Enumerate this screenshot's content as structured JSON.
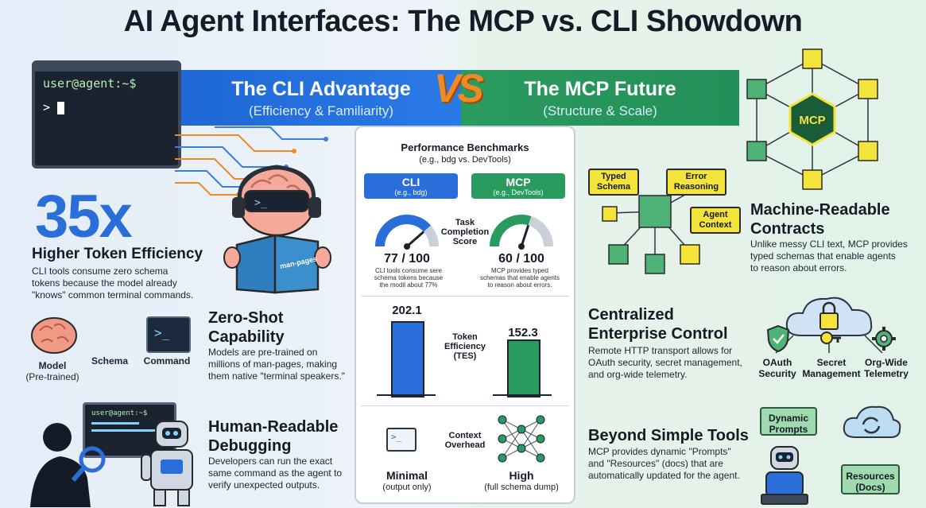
{
  "title": "AI Agent Interfaces: The MCP vs. CLI Showdown",
  "banner": {
    "left_heading": "The CLI Advantage",
    "left_sub": "(Efficiency & Familiarity)",
    "vs": "VS",
    "right_heading": "The MCP Future",
    "right_sub": "(Structure & Scale)"
  },
  "terminal": {
    "prompt": "user@agent:~$",
    "line2": ">"
  },
  "cli_side": {
    "stat_value": "35x",
    "stat_heading": "Higher Token Efficiency",
    "stat_body": [
      "CLI tools consume zero schema",
      "tokens because the model already",
      "\"knows\" common terminal commands."
    ],
    "book_label": "man-pages",
    "flow": {
      "model": "Model",
      "model_sub": "(Pre-trained)",
      "schema": "Schema",
      "command": "Command"
    },
    "zero_shot_heading": [
      "Zero-Shot",
      "Capability"
    ],
    "zero_shot_body": [
      "Models are pre-trained on",
      "millions of man-pages, making",
      "them native \"terminal speakers.\""
    ],
    "debug_terminal": "user@agent:~$",
    "debug_heading": [
      "Human-Readable",
      "Debugging"
    ],
    "debug_body": [
      "Developers can run the exact",
      "same command as the agent to",
      "verify unexpected outputs."
    ]
  },
  "benchmarks": {
    "title": "Performance Benchmarks",
    "subtitle": "(e.g., bdg vs. DevTools)",
    "cli_label": "CLI",
    "cli_sub": "(e.g., bdg)",
    "mcp_label": "MCP",
    "mcp_sub": "(e.g., DevTools)",
    "tcs_label": [
      "Task",
      "Completion",
      "Score"
    ],
    "cli_score": "77 / 100",
    "cli_score_value": 77,
    "mcp_score": "60 / 100",
    "mcp_score_value": 60,
    "cli_note": [
      "CLI tools consume sere",
      "schema tokens because",
      "the modil about 77%"
    ],
    "mcp_note": [
      "MCP provides typed",
      "schemas that enable agents",
      "to reason about errors."
    ],
    "tes_label": [
      "Token",
      "Efficiency",
      "(TES)"
    ],
    "cli_tes": "202.1",
    "cli_tes_value": 202.1,
    "mcp_tes": "152.3",
    "mcp_tes_value": 152.3,
    "ctx_label": [
      "Context",
      "Overhead"
    ],
    "cli_ctx": "Minimal",
    "cli_ctx_sub": "(output only)",
    "mcp_ctx": "High",
    "mcp_ctx_sub": "(full schema dump)"
  },
  "mcp_side": {
    "hub_label": "MCP",
    "typed_schema": [
      "Typed",
      "Schema"
    ],
    "error_reasoning": [
      "Error",
      "Reasoning"
    ],
    "agent_context": [
      "Agent",
      "Context"
    ],
    "contracts_heading": [
      "Machine-Readable",
      "Contracts"
    ],
    "contracts_body": [
      "Unlike messy CLI text, MCP provides",
      "typed schemas that enable agents",
      "to reason about errors."
    ],
    "control_heading": [
      "Centralized",
      "Enterprise Control"
    ],
    "control_body": [
      "Remote HTTP transport allows for",
      "OAuth security, secret management,",
      "and org-wide telemetry."
    ],
    "oauth": [
      "OAuth",
      "Security"
    ],
    "secret": [
      "Secret",
      "Management"
    ],
    "telemetry": [
      "Org-Wide",
      "Telemetry"
    ],
    "tools_heading": "Beyond Simple Tools",
    "tools_body": [
      "MCP provides dynamic \"Prompts\"",
      "and \"Resources\" (docs) that are",
      "automatically updated for the agent."
    ],
    "dynamic_prompts": [
      "Dynamic",
      "Prompts"
    ],
    "resources": [
      "Resources",
      "(Docs)"
    ]
  },
  "colors": {
    "cli_blue": "#2a6fd9",
    "mcp_green": "#2a9b5f",
    "vs_orange": "#f08a24",
    "yellow": "#f3e33a"
  }
}
